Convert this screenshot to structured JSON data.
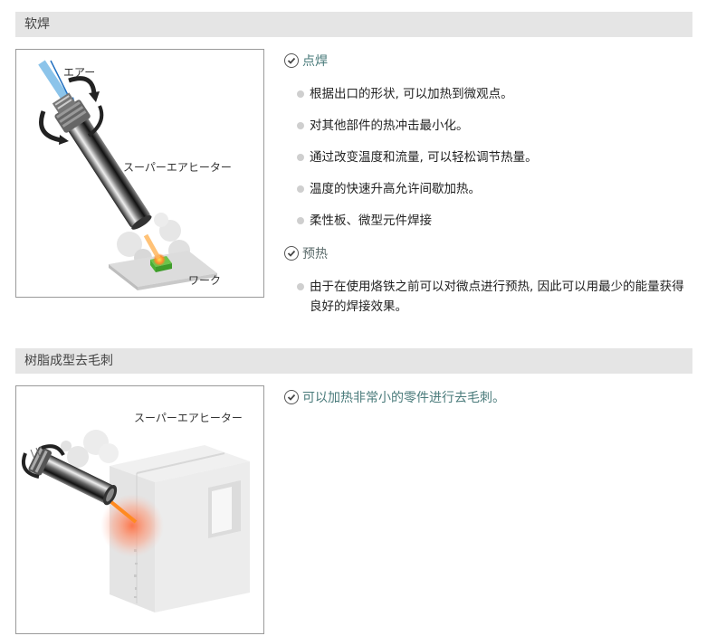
{
  "sections": [
    {
      "title": "软焊",
      "figure": {
        "labels": {
          "air": "エアー",
          "heater": "スーパーエアヒーター",
          "work": "ワーク"
        }
      },
      "groups": [
        {
          "heading": "点焊",
          "items": [
            "根据出口的形状, 可以加热到微观点。",
            "对其他部件的热冲击最小化。",
            "通过改变温度和流量, 可以轻松调节热量。",
            "温度的快速升高允许间歇加热。",
            "柔性板、微型元件焊接"
          ]
        },
        {
          "heading": "预热",
          "items": [
            "由于在使用烙铁之前可以对微点进行预热, 因此可以用最少的能量获得良好的焊接效果。"
          ]
        }
      ]
    },
    {
      "title": "树脂成型去毛刺",
      "figure": {
        "labels": {
          "heater": "スーパーエアヒーター"
        }
      },
      "groups": [
        {
          "heading": "可以加热非常小的零件进行去毛刺。",
          "items": []
        }
      ]
    }
  ],
  "colors": {
    "header_bg": "#e5e5e5",
    "heading_teal": "#4a7b7b",
    "bullet": "#cfcfcf",
    "work_green": "#4caf3a",
    "heat_orange": "#ff7a2a",
    "air_blue": "#2a7fd0"
  }
}
